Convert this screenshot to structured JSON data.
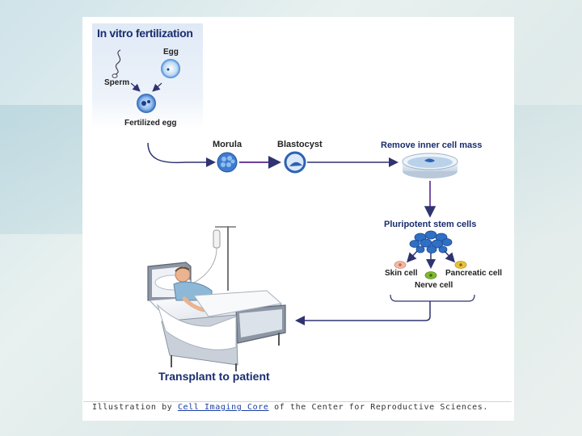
{
  "ivf": {
    "title": "In vitro fertilization",
    "sperm": "Sperm",
    "egg": "Egg",
    "fertilized_egg": "Fertilized egg"
  },
  "stages": {
    "morula": "Morula",
    "blastocyst": "Blastocyst",
    "remove_icm": "Remove inner cell mass",
    "pluripotent": "Pluripotent stem cells",
    "skin_cell": "Skin cell",
    "nerve_cell": "Nerve cell",
    "pancreatic_cell": "Pancreatic cell",
    "transplant": "Transplant to patient"
  },
  "caption": {
    "prefix": "Illustration by ",
    "link": "Cell Imaging Core",
    "suffix": " of the Center for Reproductive Sciences."
  },
  "colors": {
    "title_blue": "#1a2d6e",
    "arrow": "#2f3470",
    "cell_blue": "#2f6fc4",
    "skin": "#f0b8a8",
    "nerve": "#7fb832",
    "pancreatic": "#e8c23a"
  }
}
